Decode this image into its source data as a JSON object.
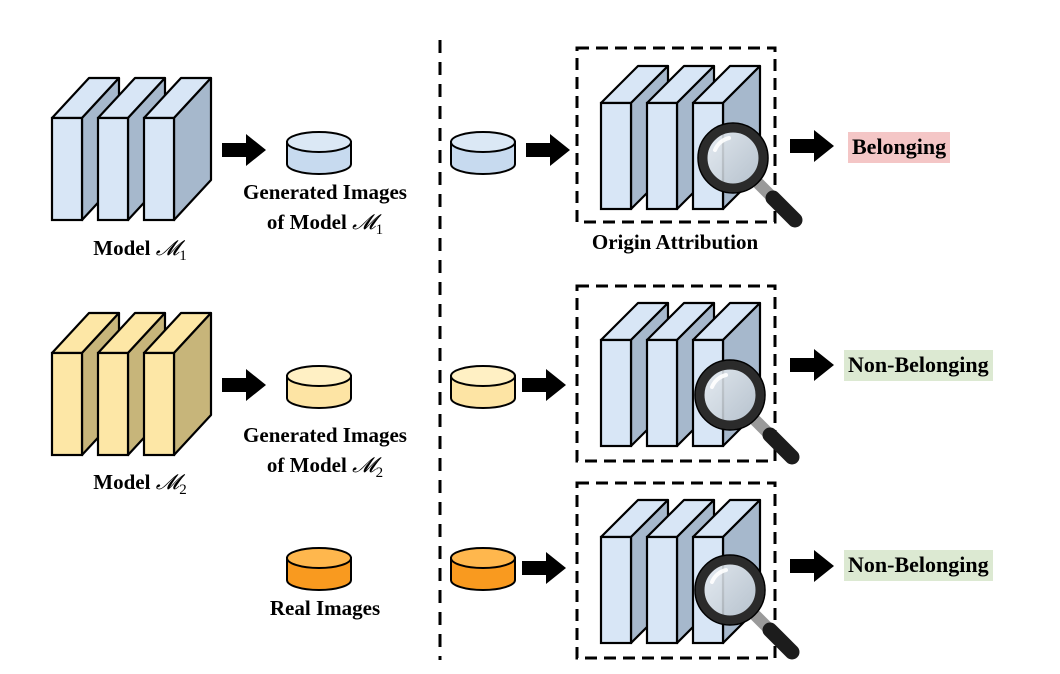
{
  "colors": {
    "model1_front": "#d8e6f6",
    "model1_side": "#a6b8cc",
    "model2_front": "#fde7a6",
    "model2_side": "#c7b57a",
    "disk_blue_top": "#dbe8f5",
    "disk_blue_body": "#c7daef",
    "disk_yellow_top": "#fff0c4",
    "disk_yellow_body": "#fde4a4",
    "disk_orange_top": "#ffb74d",
    "disk_orange_body": "#f99a1f",
    "belonging_bg": "#f4c6c6",
    "non_belonging_bg": "#dce9d2"
  },
  "left": {
    "model1_label": "Model",
    "model1_symbol": "𝓜",
    "model1_sub": "1",
    "model2_label": "Model",
    "model2_symbol": "𝓜",
    "model2_sub": "2",
    "gen1_line1": "Generated Images",
    "gen1_line2": "of Model",
    "gen1_symbol": "𝓜",
    "gen1_sub": "1",
    "gen2_line1": "Generated Images",
    "gen2_line2": "of Model",
    "gen2_symbol": "𝓜",
    "gen2_sub": "2",
    "real_label": "Real Images"
  },
  "right": {
    "origin_label": "Origin Attribution",
    "results": [
      "Belonging",
      "Non-Belonging",
      "Non-Belonging"
    ]
  },
  "icons": [
    "arrow-icon",
    "disk-icon",
    "magnifier-icon",
    "model-blocks-icon"
  ]
}
